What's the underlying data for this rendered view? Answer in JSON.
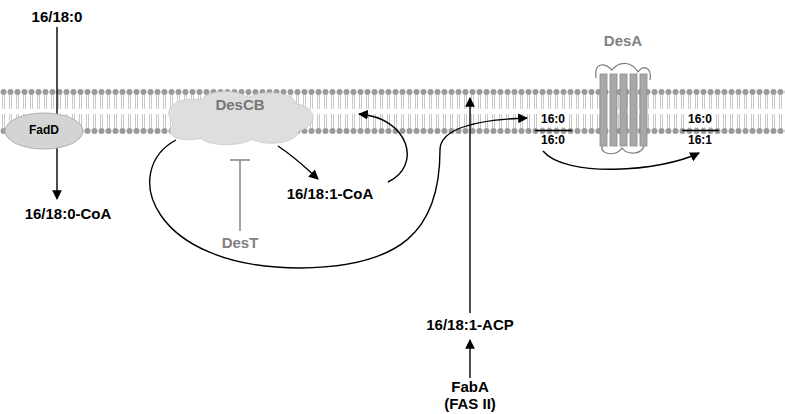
{
  "diagram": {
    "nodes": [
      {
        "text": [
          "FadD"
        ]
      },
      {
        "text": [
          "DesCB"
        ]
      },
      {
        "text": [
          "DesA"
        ]
      }
    ],
    "labels": [
      "16/18:0",
      "16/18:0-CoA",
      "16/18:1-CoA",
      "DesT",
      "16:0",
      "16:0",
      "16:0",
      "16:1",
      "16/18:1-ACP",
      "FabA (FAS II)"
    ]
  }
}
